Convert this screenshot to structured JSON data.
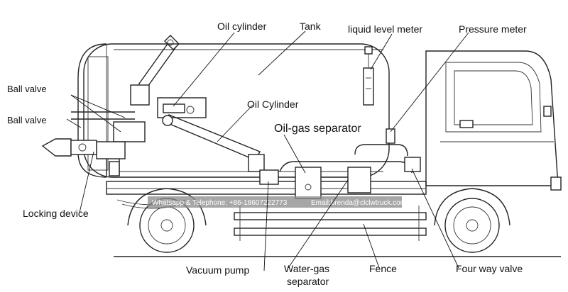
{
  "labels": {
    "oil_cylinder_top": "Oil cylinder",
    "tank": "Tank",
    "liquid_level_meter": "liquid level meter",
    "pressure_meter": "Pressure meter",
    "ball_valve_upper": "Ball valve",
    "ball_valve_lower": "Ball valve",
    "oil_cylinder_mid": "Oil Cylinder",
    "oil_gas_separator": "Oil-gas separator",
    "locking_device": "Locking device",
    "vacuum_pump": "Vacuum pump",
    "water_gas_separator_line1": "Water-gas",
    "water_gas_separator_line2": "separator",
    "fence": "Fence",
    "four_way_valve": "Four way valve"
  },
  "watermark": {
    "contact": "Whatsapp & Telephone: +86-18607222773",
    "email": "Email:brenda@clclwtruck.com"
  }
}
